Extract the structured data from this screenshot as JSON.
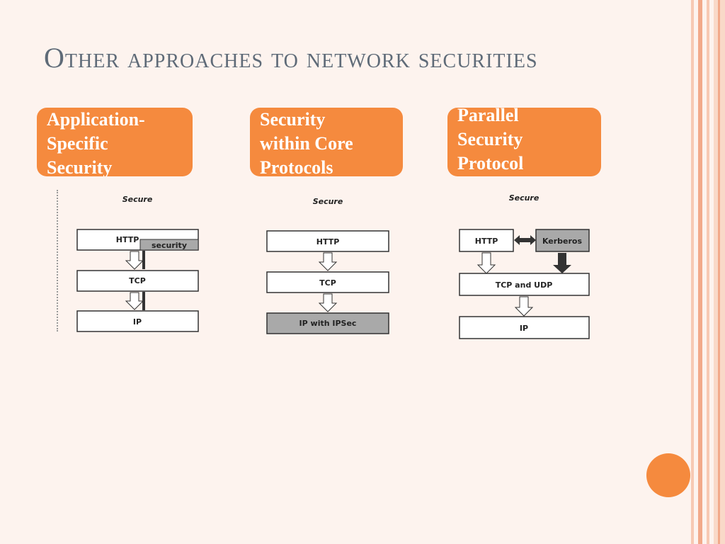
{
  "title": "Other approaches to network securities",
  "boxes": [
    {
      "lines": [
        "Application-",
        "Specific",
        "Security"
      ]
    },
    {
      "lines": [
        "Security",
        "within Core",
        "Protocols"
      ]
    },
    {
      "lines": [
        "Parallel",
        "Security",
        "Protocol"
      ]
    }
  ],
  "diagrams": {
    "app": {
      "secure": "Secure",
      "http": "HTTP",
      "security": "security",
      "tcp": "TCP",
      "ip": "IP"
    },
    "core": {
      "secure": "Secure",
      "http": "HTTP",
      "tcp": "TCP",
      "ip": "IP with IPSec"
    },
    "parallel": {
      "secure": "Secure",
      "http": "HTTP",
      "kerberos": "Kerberos",
      "tcpudp": "TCP and UDP",
      "ip": "IP"
    }
  },
  "colors": {
    "accent": "#f58a3e",
    "title": "#5f6b78",
    "stripe_light": "#f7c9b3",
    "stripe_dark": "#f2a98a"
  }
}
